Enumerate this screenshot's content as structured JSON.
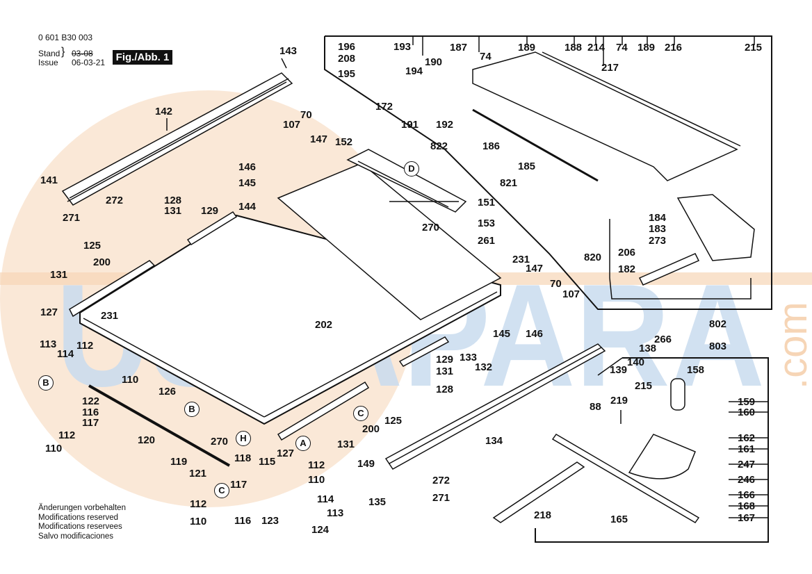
{
  "header": {
    "part_number": "0 601 B30 003",
    "stand_label": "Stand",
    "issue_label": "Issue",
    "old_date": "03-08",
    "issue_date": "06-03-21",
    "figure_label": "Fig./Abb. 1"
  },
  "footer": {
    "lines": [
      "Änderungen vorbehalten",
      "Modifications reserved",
      "Modifications reservees",
      "Salvo modificaciones"
    ]
  },
  "watermark": {
    "text": "USTAPARA",
    "suffix": ".com",
    "blue": "#c9dcef",
    "orange": "#f6d5b6"
  },
  "reference_circles": [
    "B",
    "B",
    "C",
    "C",
    "A",
    "H",
    "D"
  ],
  "labels": {
    "l143": "143",
    "l142": "142",
    "l141": "141",
    "l272a": "272",
    "l271a": "271",
    "l128a": "128",
    "l131a": "131",
    "l129a": "129",
    "l125a": "125",
    "l200a": "200",
    "l131b": "131",
    "l127a": "127",
    "l113a": "113",
    "l114a": "114",
    "l112a": "112",
    "l110a": "110",
    "l122": "122",
    "l116a": "116",
    "l117a": "117",
    "l112b": "112",
    "l110b": "110",
    "l120": "120",
    "l126": "126",
    "l231a": "231",
    "l270a": "270",
    "l202": "202",
    "l107a": "107",
    "l70a": "70",
    "l147a": "147",
    "l146a": "146",
    "l145a": "145",
    "l144": "144",
    "l152": "152",
    "l151": "151",
    "l270b": "270",
    "l153": "153",
    "l261": "261",
    "l231b": "231",
    "l147b": "147",
    "l70b": "70",
    "l107b": "107",
    "l145b": "145",
    "l146b": "146",
    "l133": "133",
    "l132": "132",
    "l129b": "129",
    "l131c": "131",
    "l128b": "128",
    "l200b": "200",
    "l125b": "125",
    "l131d": "131",
    "l127b": "127",
    "l119": "119",
    "l121": "121",
    "l118": "118",
    "l115": "115",
    "l112c": "112",
    "l110c": "110",
    "l117b": "117",
    "l112d": "112",
    "l110d": "110",
    "l116b": "116",
    "l123": "123",
    "l114b": "114",
    "l113b": "113",
    "l124": "124",
    "l134": "134",
    "l149": "149",
    "l135": "135",
    "l272b": "272",
    "l271b": "271",
    "l88": "88",
    "l139": "139",
    "l140": "140",
    "l138": "138",
    "l266": "266",
    "l802": "802",
    "l803": "803",
    "l158": "158",
    "l215b": "215",
    "l219": "219",
    "l159": "159",
    "l160": "160",
    "l162": "162",
    "l161": "161",
    "l247": "247",
    "l246": "246",
    "l166": "166",
    "l168": "168",
    "l167": "167",
    "l218": "218",
    "l165": "165",
    "l196": "196",
    "l208": "208",
    "l195": "195",
    "l193": "193",
    "l194": "194",
    "l190": "190",
    "l172": "172",
    "l191": "191",
    "l192": "192",
    "l822": "822",
    "l187": "187",
    "l74a": "74",
    "l189a": "189",
    "l188": "188",
    "l214": "214",
    "l217": "217",
    "l74b": "74",
    "l189b": "189",
    "l216": "216",
    "l215a": "215",
    "l186": "186",
    "l185": "185",
    "l821": "821",
    "l820": "820",
    "l184": "184",
    "l183": "183",
    "l273": "273",
    "l206": "206",
    "l182": "182"
  }
}
